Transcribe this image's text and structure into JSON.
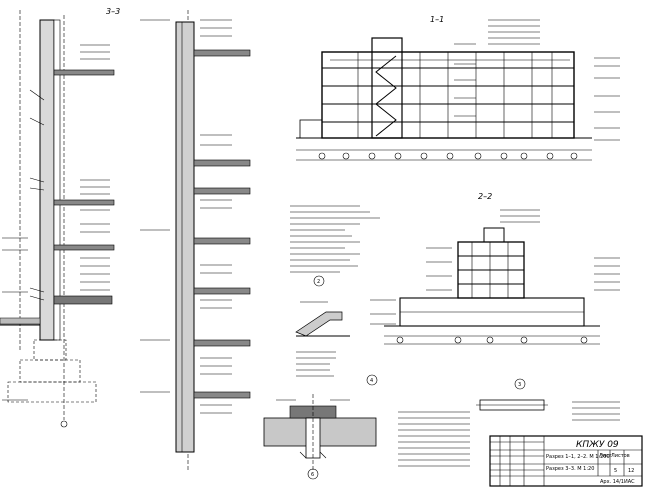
{
  "sheet": {
    "sections": {
      "s33": {
        "title": "3–3"
      },
      "s11": {
        "title": "1–1"
      },
      "s22": {
        "title": "2–2"
      }
    },
    "detail_markers": [
      "2",
      "3",
      "4",
      "6"
    ],
    "stamp": {
      "code": "КПЖУ 09",
      "sheet_label_a": "Лист",
      "sheet_label_b": "Листов",
      "sheet_no": "5",
      "sheet_total": "12",
      "org": "Арх. 14/1ИАС",
      "subtitle_1": "Разрез 1–1, 2–2. М 1:200",
      "subtitle_2": "Разрез 3–3. М 1:20"
    }
  }
}
